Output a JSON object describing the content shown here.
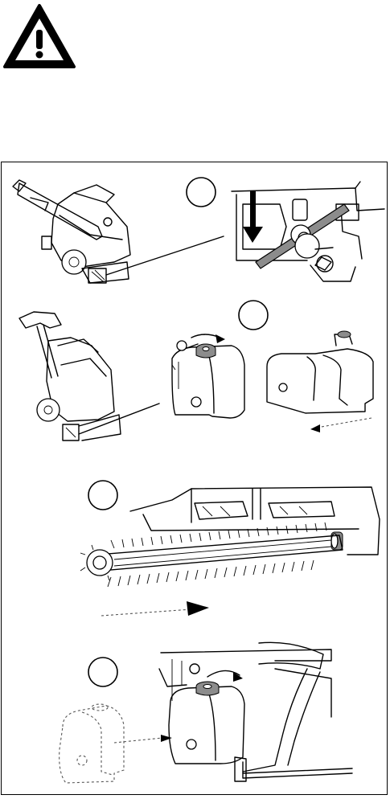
{
  "warning_icon": "warning-triangle-icon",
  "steps": [
    {
      "marker": "step-1-circle",
      "illustration": "remove-brush-guard-screw-illustration"
    },
    {
      "marker": "step-2-circle",
      "illustration": "remove-brush-cover-illustration"
    },
    {
      "marker": "step-3-circle",
      "illustration": "pull-out-brush-roller-illustration"
    },
    {
      "marker": "step-4-circle",
      "illustration": "reinstall-cover-illustration"
    }
  ],
  "colors": {
    "line": "#000000",
    "grey_knob": "#8c8c8c",
    "dashed": "#555555"
  }
}
